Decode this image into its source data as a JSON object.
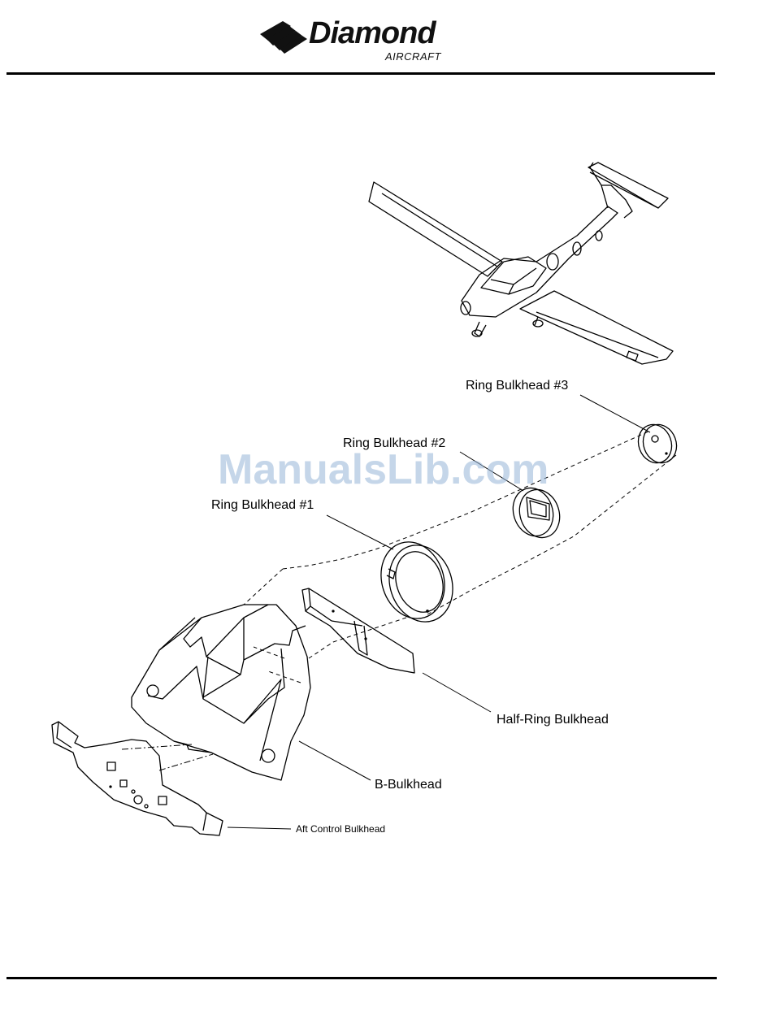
{
  "brand": {
    "name": "Diamond",
    "sub": "AIRCRAFT"
  },
  "watermark": "ManualsLib.com",
  "labels": {
    "ring3": "Ring Bulkhead #3",
    "ring2": "Ring Bulkhead #2",
    "ring1": "Ring Bulkhead #1",
    "half_ring": "Half-Ring Bulkhead",
    "b_bulkhead": "B-Bulkhead",
    "aft_control": "Aft Control Bulkhead"
  },
  "colors": {
    "line": "#000000",
    "watermark": "#96b4d7"
  }
}
